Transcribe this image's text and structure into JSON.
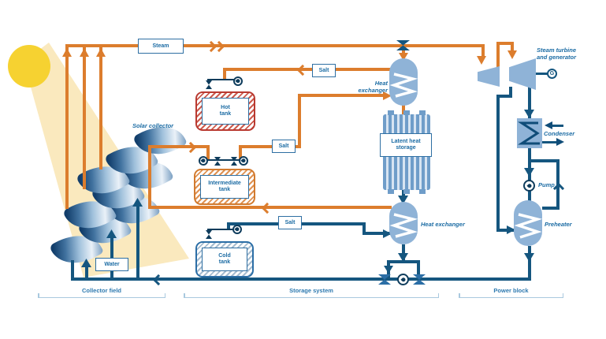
{
  "labels": {
    "steam": "Steam",
    "salt": "Salt",
    "water": "Water",
    "hot_tank": "Hot tank",
    "intermediate_tank": "Intermediate tank",
    "cold_tank": "Cold tank",
    "solar_collector": "Solar collector",
    "heat_exchanger": "Heat exchanger",
    "latent_heat_storage": "Latent heat storage",
    "steam_turbine": "Steam turbine and generator",
    "condenser": "Condenser",
    "pump": "Pump",
    "preheater": "Preheater",
    "generator": "G",
    "collector_field": "Collector field",
    "storage_system": "Storage system",
    "power_block": "Power block"
  },
  "colors": {
    "steam_pipe_orange": "#DC7D2D",
    "water_pipe_navy": "#15567F",
    "equipment_fill_blue": "#8FB3D7",
    "hot_tank_red": "#B93A31",
    "intermediate_tank_orange": "#D27B2F",
    "cold_tank_blue": "#2B6EA6",
    "sun_yellow": "#F6D231",
    "beam_yellow": "#FAE9BE",
    "label_text_blue": "#1C6CA4"
  }
}
